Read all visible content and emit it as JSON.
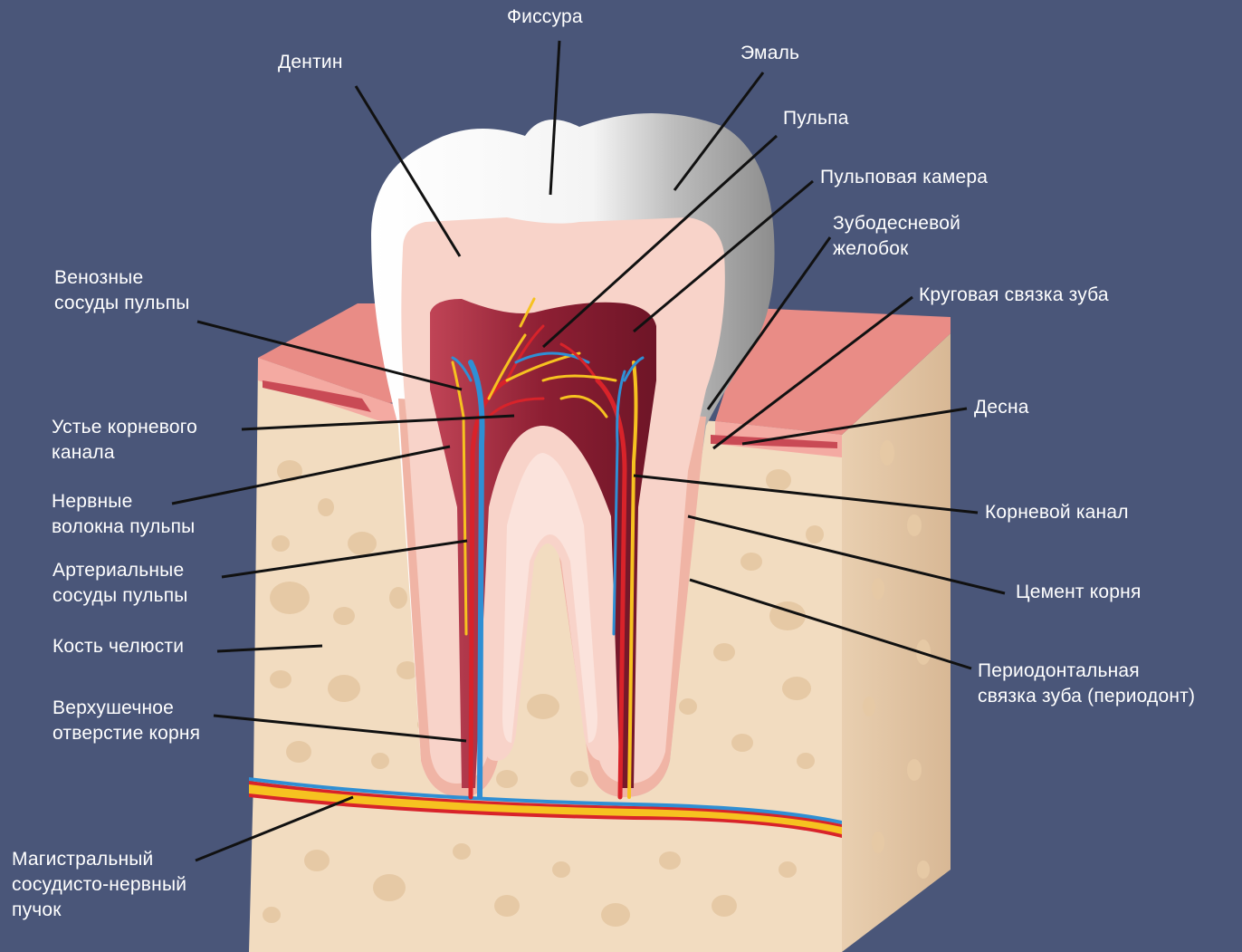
{
  "labels": {
    "fissura": "Фиссура",
    "dentin": "Дентин",
    "emal": "Эмаль",
    "pulpa": "Пульпа",
    "pulp_chamber": "Пульповая камера",
    "gingival_sulcus": "Зубодесневой\nжелобок",
    "circular_ligament": "Круговая связка зуба",
    "venous_vessels": "Венозные\nсосуды пульпы",
    "canal_orifice": "Устье корневого\nканала",
    "nerve_fibers": "Нервные\nволокна пульпы",
    "arterial_vessels": "Артериальные\nсосуды пульпы",
    "jaw_bone": "Кость челюсти",
    "apical_foramen": "Верхушечное\nотверстие корня",
    "main_bundle": "Магистральный\nсосудисто-нервный\nпучок",
    "gum": "Десна",
    "root_canal": "Корневой канал",
    "root_cement": "Цемент корня",
    "periodontal_ligament": "Периодонтальная\nсвязка зуба (периодонт)"
  },
  "colors": {
    "background": "#4a5679",
    "bone": "#f2dcc0",
    "bone_pores": "#e6c9a5",
    "gum": "#ef9a92",
    "gum_dark": "#c94a55",
    "enamel": "#ffffff",
    "enamel_grey": "#b9b9b9",
    "dentin": "#f8d3c9",
    "pulp": "#9c2a3c",
    "artery": "#d8232a",
    "vein": "#2f8fd4",
    "nerve": "#f6c220"
  }
}
